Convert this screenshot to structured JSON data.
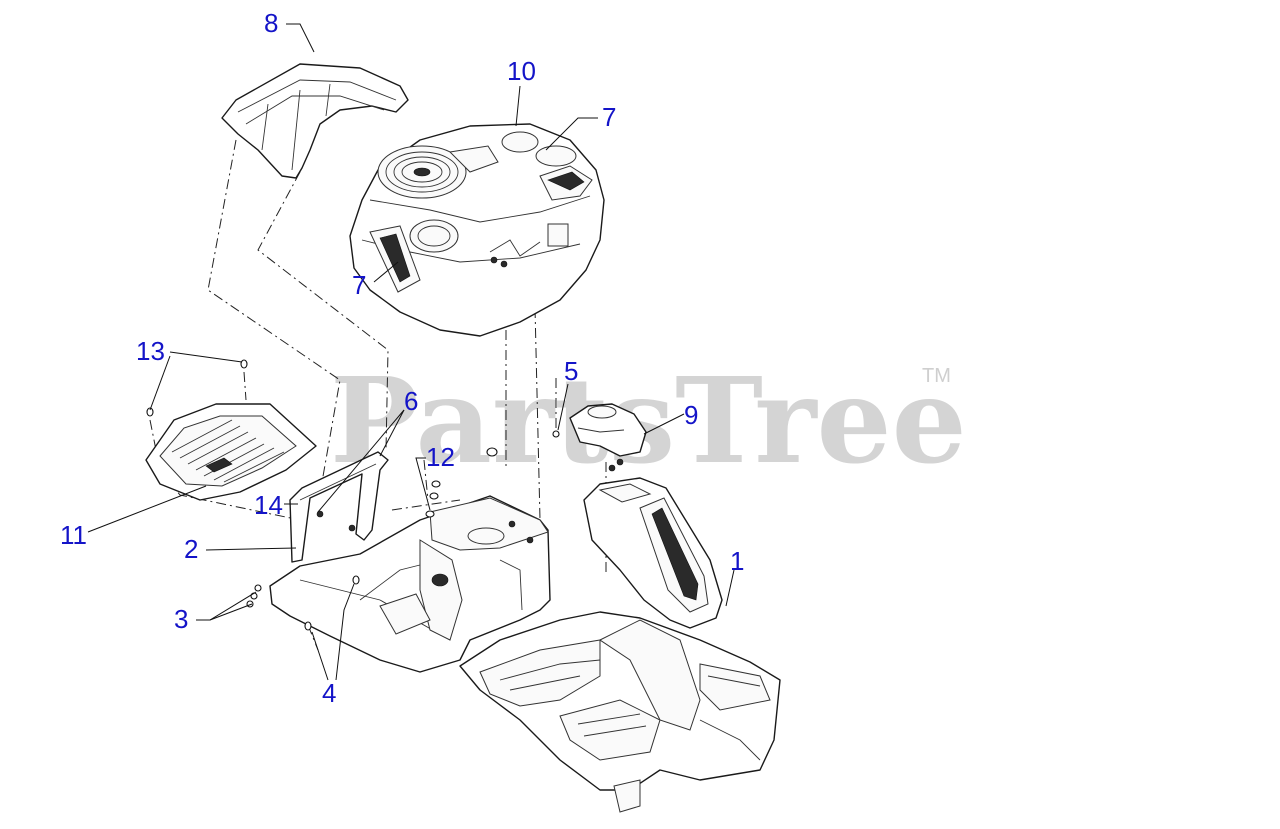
{
  "watermark": {
    "text": "PartsTree",
    "trademark": "TM"
  },
  "callouts": {
    "c1": "1",
    "c2": "2",
    "c3": "3",
    "c4": "4",
    "c5": "5",
    "c6": "6",
    "c7a": "7",
    "c7b": "7",
    "c8": "8",
    "c9": "9",
    "c10": "10",
    "c11": "11",
    "c12": "12",
    "c13": "13",
    "c14": "14"
  },
  "colors": {
    "callout": "#1414c8",
    "watermark": "#d4d4d4",
    "line": "#1a1a1a"
  }
}
